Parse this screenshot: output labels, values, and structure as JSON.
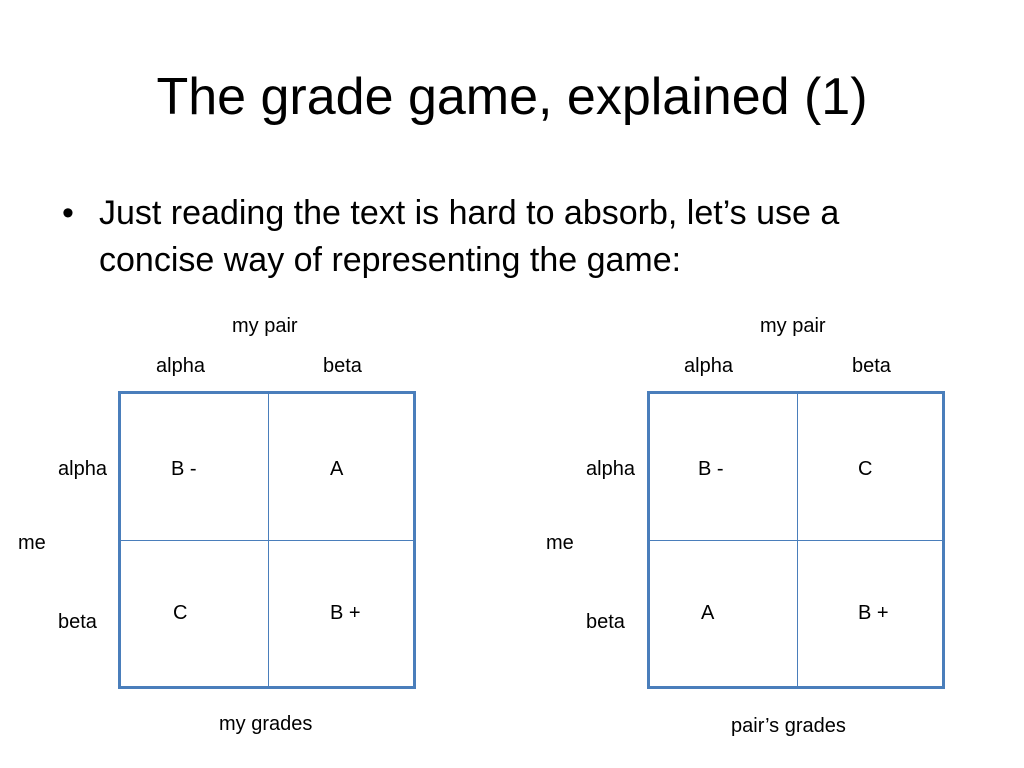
{
  "slide": {
    "title": "The grade game, explained (1)",
    "bullet_marker": "•",
    "bullet_text": "Just reading the text is hard to absorb, let’s use a concise way of representing the game:"
  },
  "matrices": [
    {
      "col_header": "my pair",
      "col_labels": [
        "alpha",
        "beta"
      ],
      "row_header": "me",
      "row_labels": [
        "alpha",
        "beta"
      ],
      "cells": [
        [
          "B -",
          "A"
        ],
        [
          "C",
          "B +"
        ]
      ],
      "caption": "my grades"
    },
    {
      "col_header": "my pair",
      "col_labels": [
        "alpha",
        "beta"
      ],
      "row_header": "me",
      "row_labels": [
        "alpha",
        "beta"
      ],
      "cells": [
        [
          "B -",
          "C"
        ],
        [
          "A",
          "B +"
        ]
      ],
      "caption": "pair’s grades"
    }
  ],
  "colors": {
    "grid": "#4a7ebb",
    "text": "#000000",
    "background": "#ffffff"
  }
}
